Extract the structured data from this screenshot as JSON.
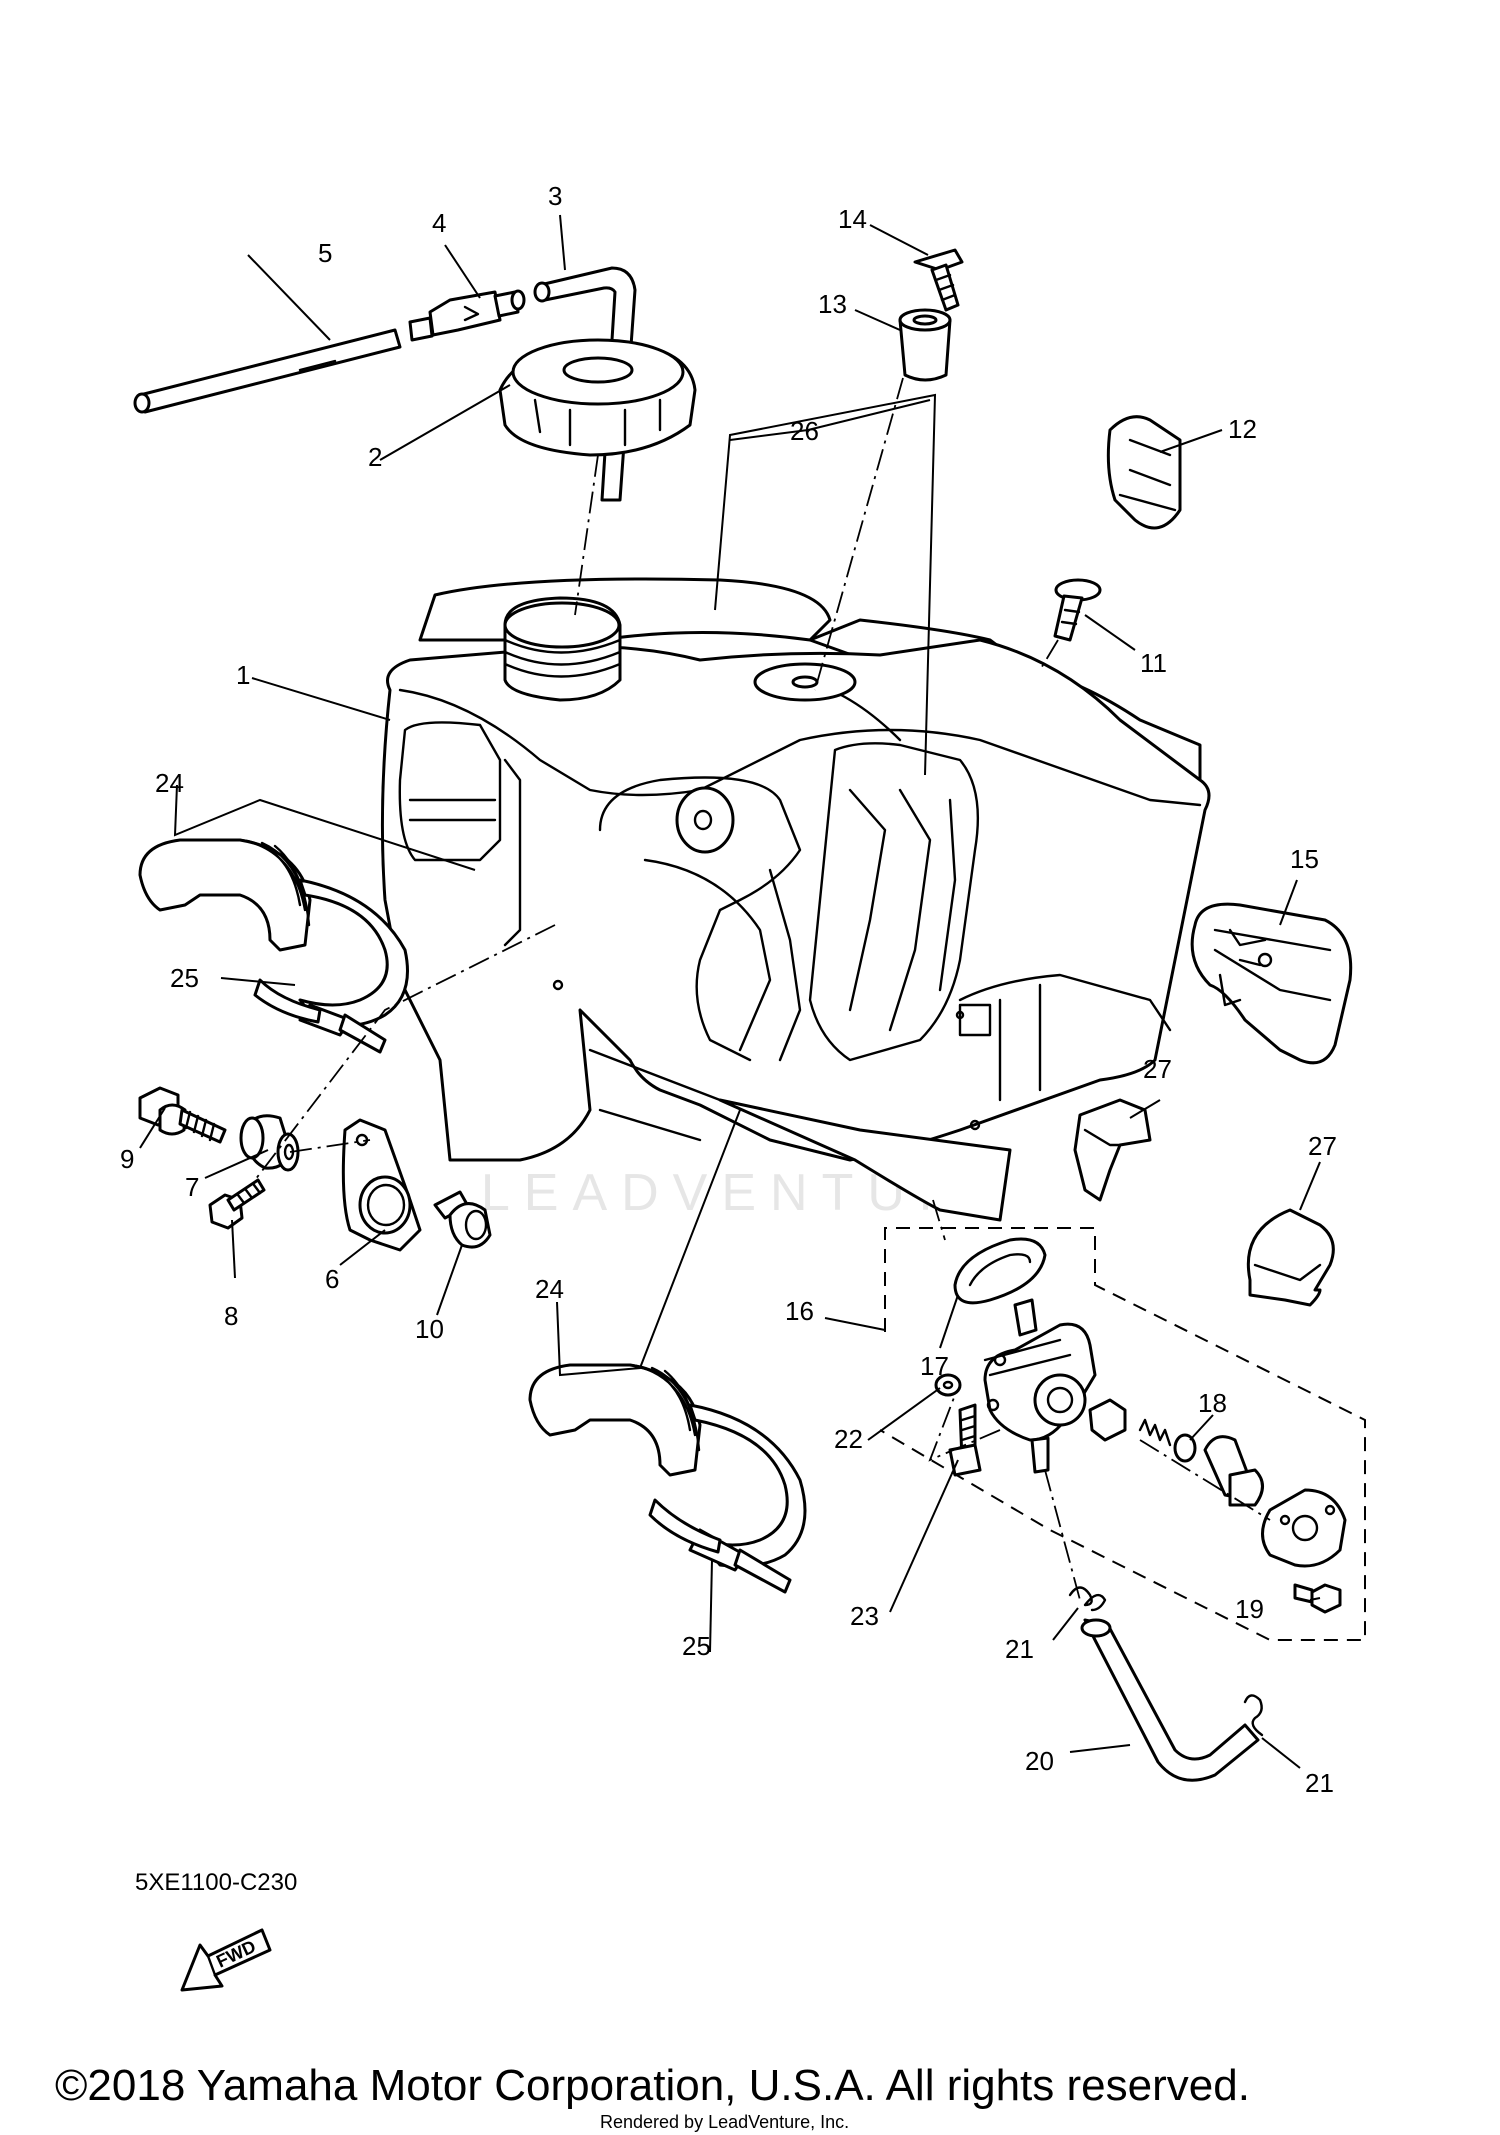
{
  "diagram": {
    "code": "5XE1100-C230",
    "copyright": "©2018 Yamaha Motor Corporation, U.S.A. All rights reserved.",
    "rendered_by": "Rendered by LeadVenture, Inc.",
    "watermark": "LEADVENTURE",
    "fwd_label": "FWD",
    "part_numbers": [
      "1",
      "2",
      "3",
      "4",
      "5",
      "6",
      "7",
      "8",
      "9",
      "10",
      "11",
      "12",
      "13",
      "14",
      "15",
      "16",
      "17",
      "18",
      "19",
      "20",
      "21",
      "22",
      "23",
      "24",
      "25",
      "26",
      "27"
    ]
  }
}
